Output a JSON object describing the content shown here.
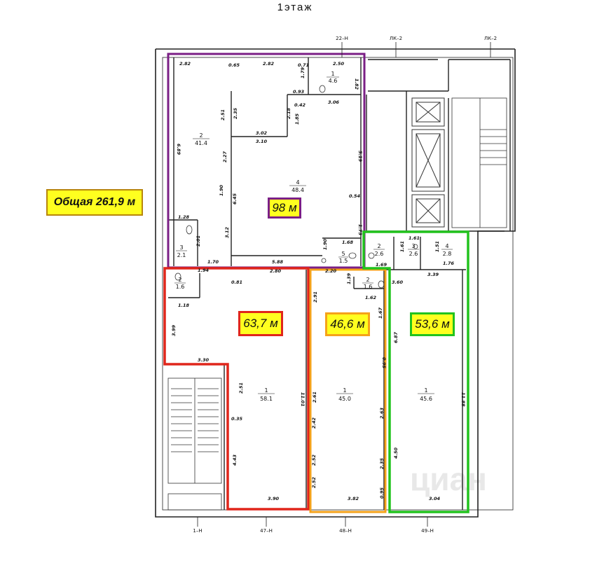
{
  "title": "1этаж",
  "total_label": "Общая 261,9 м",
  "zones": [
    {
      "label": "98 м",
      "color": "#7b1f86"
    },
    {
      "label": "63,7 м",
      "color": "#e0261b"
    },
    {
      "label": "46,6 м",
      "color": "#f5a21a"
    },
    {
      "label": "53,6 м",
      "color": "#22c31e"
    }
  ],
  "rooms": [
    {
      "num": "1",
      "area": "4.6"
    },
    {
      "num": "2",
      "area": "41.4"
    },
    {
      "num": "4",
      "area": "48.4"
    },
    {
      "num": "3",
      "area": "2.1"
    },
    {
      "num": "5",
      "area": "1.5"
    },
    {
      "num": "2",
      "area": "1.6"
    },
    {
      "num": "1",
      "area": "58.1"
    },
    {
      "num": "2",
      "area": "1.6"
    },
    {
      "num": "1",
      "area": "45.0"
    },
    {
      "num": "2",
      "area": "2.6"
    },
    {
      "num": "3",
      "area": "2.6"
    },
    {
      "num": "4",
      "area": "2.8"
    },
    {
      "num": "1",
      "area": "45.6"
    }
  ],
  "axes": [
    "22–Н",
    "ЛК–2",
    "ЛК–2",
    "1–Н",
    "47–Н",
    "48–Н",
    "49–Н"
  ],
  "dims": [
    "2.82",
    "0.65",
    "2.82",
    "0.71",
    "2.50",
    "1.82",
    "1.79",
    "0.93",
    "0.42",
    "3.06",
    "2.51",
    "2.35",
    "2.18",
    "1.85",
    "3.02",
    "3.10",
    "5.19",
    "6.89",
    "2.27",
    "1.90",
    "6.45",
    "0.54",
    "1.28",
    "2.01",
    "3.12",
    "1.73",
    "1.70",
    "5.88",
    "2.80",
    "1.90",
    "1.68",
    "1.69",
    "1.61",
    "1.61",
    "1.51",
    "1.76",
    "0.81",
    "1.94",
    "1.18",
    "2.20",
    "1.39",
    "1.62",
    "3.60",
    "3.39",
    "3.30",
    "2.51",
    "2.91",
    "1.67",
    "6.87",
    "3.99",
    "0.95",
    "11.01",
    "2.61",
    "0.35",
    "2.42",
    "2.63",
    "2.52",
    "11.88",
    "4.43",
    "2.52",
    "2.35",
    "4.50",
    "3.90",
    "3.82",
    "0.95",
    "3.04"
  ],
  "watermark": "циан"
}
